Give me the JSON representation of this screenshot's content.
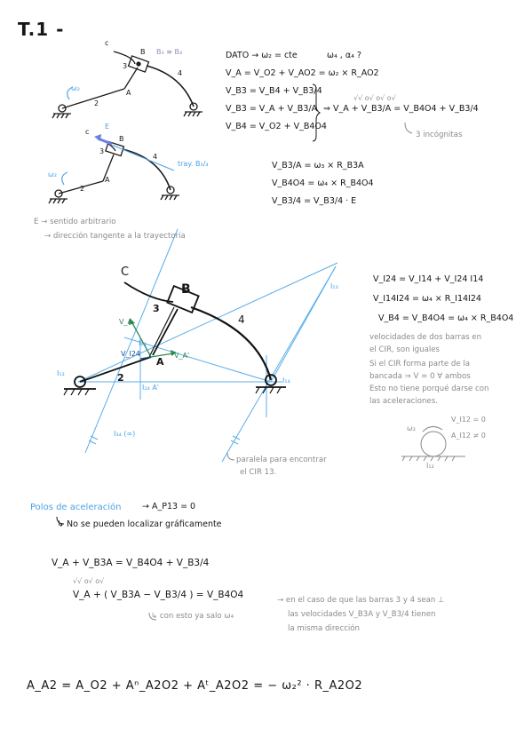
{
  "title": "T.1 -",
  "mech1": {
    "labels": {
      "c": "c",
      "b": "B",
      "b3b4": "B₃ ≡ B₄",
      "l3": "3",
      "l4": "4",
      "a": "A",
      "w2": "ω₂",
      "l2": "2"
    }
  },
  "mech2": {
    "labels": {
      "c": "c",
      "b": "B",
      "e": "E",
      "l3": "3",
      "l4": "4",
      "a": "A",
      "w2": "ω₂",
      "l2": "2",
      "tray": "tray. B₃/₄"
    }
  },
  "eq_top": {
    "dato": "DATO → ω₂ = cte",
    "unknowns": "ω₄ , α₄ ?",
    "e1": "V_A = V_O2 + V_AO2 = ω₂ × R_AO2",
    "e2": "V_B3 = V_B4 + V_B3/4",
    "e3": "V_B3 = V_A + V_B3/A",
    "e4": "V_B4 = V_O2 + V_B4O4",
    "combined": "⇒ V_A + V_B3/A = V_B4O4 + V_B3/4",
    "checks": "√√   o√        o√        o√",
    "incog": "3 incógnitas"
  },
  "eq_mid": {
    "e1": "V_B3/A = ω₃ × R_B3A",
    "e2": "V_B4O4 = ω₄ × R_B4O4",
    "e3": "V_B3/4 = V_B3/4 · E"
  },
  "notes_top": {
    "n1": "E → sentido arbitrario",
    "n2": "→ dirección tangente a la trayectoria"
  },
  "diagram": {
    "labels": {
      "c": "C",
      "b": "B",
      "l3": "3",
      "l4": "4",
      "l2": "2",
      "va": "V_A",
      "va2": "V_A'",
      "vi24": "V_I24",
      "a": "A",
      "a2": "A'",
      "i24": "I₂₄",
      "i12": "I₁₂",
      "i14": "I₁₄",
      "i13": "I₁₃",
      "i34": "I₃₄ (∞)",
      "i24b": "I₂₄ A'"
    },
    "parallel_note_1": "paralela para encontrar",
    "parallel_note_2": "el CIR 13."
  },
  "eq_right": {
    "e1": "V_I24 = V_I14 + V_I24 I14",
    "e2": "V_I14I24 = ω₄ × R_I14I24",
    "e3": "V_B4 = V_B4O4 = ω₄ × R_B4O4"
  },
  "notes_right": [
    "velocidades de dos barras en",
    "el CIR, son iguales",
    "Si el CIR forma parte de la",
    "bancada ⇒ V = 0  ∀ ambos",
    "Esto no tiene porqué darse con",
    "las aceleraciones."
  ],
  "wheel": {
    "w2": "ω₂",
    "v": "V_I12 = 0",
    "a": "A_I12 ≠ 0",
    "i12": "I₁₂"
  },
  "poles": {
    "heading": "Polos de aceleración",
    "eq": "→ A_P13 = 0",
    "sub": "↳ No se pueden localizar gráficamente"
  },
  "eq_bottom": {
    "e1": "V_A + V_B3A = V_B4O4 + V_B3/4",
    "e2": "V_A + ( V_B3A − V_B3/4 ) = V_B4O4",
    "checks": "√√            o√               o√",
    "note_a": "↳ con esto ya salo ω₄",
    "note_b1": "→ en el caso de que las barras 3 y 4 sean ⊥",
    "note_b2": "las velocidades V_B3A y V_B3/4 tienen",
    "note_b3": "la misma dirección"
  },
  "accel": {
    "eq": "A_A2 = A_O2 + Aⁿ_A2O2 + Aᵗ_A2O2 = − ω₂² · R_A2O2"
  }
}
